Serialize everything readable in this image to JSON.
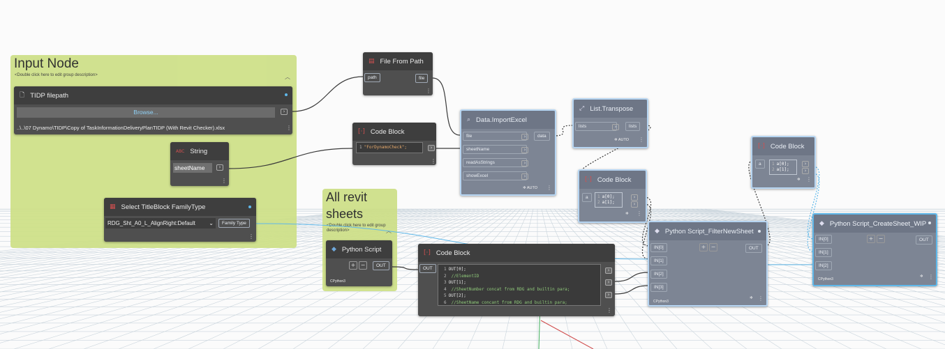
{
  "groups": {
    "input_node": {
      "title": "Input Node",
      "description": "<Double click here to edit group description>"
    },
    "all_revit_sheets": {
      "title_line1": "All revit",
      "title_line2": "sheets",
      "description": "<Double click here to edit group description>"
    }
  },
  "nodes": {
    "tidp_filepath": {
      "title": "TIDP filepath",
      "browse": "Browse...",
      "path": "..\\..\\07 Dynamo\\TIDP\\Copy of TaskInformationDeliveryPlanTIDP (With Revit Checker).xlsx"
    },
    "file_from_path": {
      "title": "File From Path",
      "in": "path",
      "out": "file"
    },
    "string": {
      "title": "String",
      "value": "sheetName"
    },
    "code_block_1": {
      "title": "Code Block",
      "line1_num": "1",
      "line1": "\"ForDynamoCheck\";"
    },
    "select_titleblock": {
      "title": "Select TitleBlock FamilyType",
      "value": "RDG_Sht_A0_L_AlignRight:Default",
      "out": "Family Type"
    },
    "data_import_excel": {
      "title": "Data.ImportExcel",
      "inputs": [
        "file",
        "sheetName",
        "readAsStrings",
        "showExcel"
      ],
      "out": "data",
      "auto": "AUTO"
    },
    "list_transpose": {
      "title": "List.Transpose",
      "in": "lists",
      "out": "lists",
      "auto": "AUTO"
    },
    "code_block_2": {
      "title": "Code Block",
      "in": "a",
      "lines": [
        {
          "n": "1",
          "t": "a[0];"
        },
        {
          "n": "2",
          "t": "a[1];"
        }
      ]
    },
    "code_block_3": {
      "title": "Code Block",
      "in": "a",
      "lines": [
        {
          "n": "1",
          "t": "a[0];"
        },
        {
          "n": "2",
          "t": "a[1];"
        }
      ]
    },
    "python_script": {
      "title": "Python Script",
      "out": "OUT",
      "engine": "CPython3"
    },
    "code_block_main": {
      "title": "Code Block",
      "in": "OUT",
      "lines": [
        {
          "n": "1",
          "t": "OUT[0];",
          "type": "code"
        },
        {
          "n": "2",
          "t": "//ElementID",
          "type": "comment"
        },
        {
          "n": "3",
          "t": "OUT[1];",
          "type": "code"
        },
        {
          "n": "4",
          "t": "//SheetNumber concat from RDG and builtin para;",
          "type": "comment"
        },
        {
          "n": "5",
          "t": "OUT[2];",
          "type": "code"
        },
        {
          "n": "6",
          "t": "//SheetName concant from RDG and builtin para;",
          "type": "comment"
        }
      ]
    },
    "python_filter": {
      "title": "Python Script_FilterNewSheet",
      "inputs": [
        "IN[0]",
        "IN[1]",
        "IN[2]",
        "IN[3]"
      ],
      "out": "OUT",
      "engine": "CPython3"
    },
    "python_create": {
      "title": "Python Script_CreateSheet_WIP",
      "inputs": [
        "IN[0]",
        "IN[1]",
        "IN[2]"
      ],
      "out": "OUT",
      "engine": "CPython3"
    }
  },
  "icons": {
    "file": "file-icon",
    "code": "code-block-icon",
    "python": "python-icon",
    "excel": "import-excel-icon",
    "transpose": "list-transpose-icon",
    "string": "string-icon",
    "select": "select-icon"
  },
  "colors": {
    "canvas": "#fbfbfb",
    "group": "#cddf86",
    "node": "#4f4f4f",
    "node_header": "#3e3e3e",
    "node_blue": "#7d8594",
    "wire": "#3a3a3a",
    "wire_selected": "#5fb8ea",
    "grid": "#c9d4dc"
  }
}
